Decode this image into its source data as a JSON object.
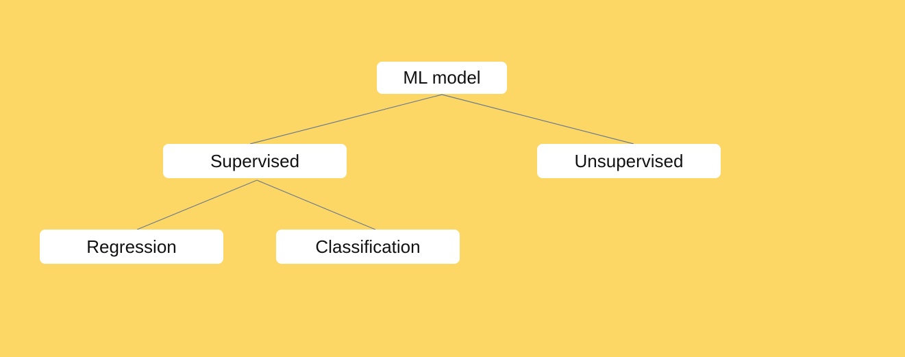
{
  "colors": {
    "background": "#FDD766",
    "node_fill": "#FFFFFF",
    "edge": "#6B7B8C",
    "text": "#111111"
  },
  "diagram": {
    "nodes": {
      "root": {
        "label": "ML model"
      },
      "supervised": {
        "label": "Supervised"
      },
      "unsupervised": {
        "label": "Unsupervised"
      },
      "regression": {
        "label": "Regression"
      },
      "classification": {
        "label": "Classification"
      }
    },
    "edges": [
      {
        "from": "root",
        "to": "supervised"
      },
      {
        "from": "root",
        "to": "unsupervised"
      },
      {
        "from": "supervised",
        "to": "regression"
      },
      {
        "from": "supervised",
        "to": "classification"
      }
    ]
  }
}
